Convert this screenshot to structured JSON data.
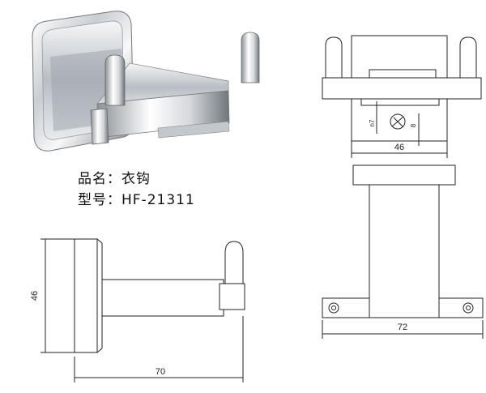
{
  "product": {
    "name_label": "品名：衣钩",
    "model_label": "型号：HF-21311"
  },
  "dimensions": {
    "top_width": "46",
    "top_offset": "n7",
    "top_small": "8",
    "side_height": "46",
    "side_length": "70",
    "front_width": "72"
  },
  "colors": {
    "line": "#222222",
    "chrome_light": "#f2f4f6",
    "chrome_dark": "#6d7378"
  }
}
